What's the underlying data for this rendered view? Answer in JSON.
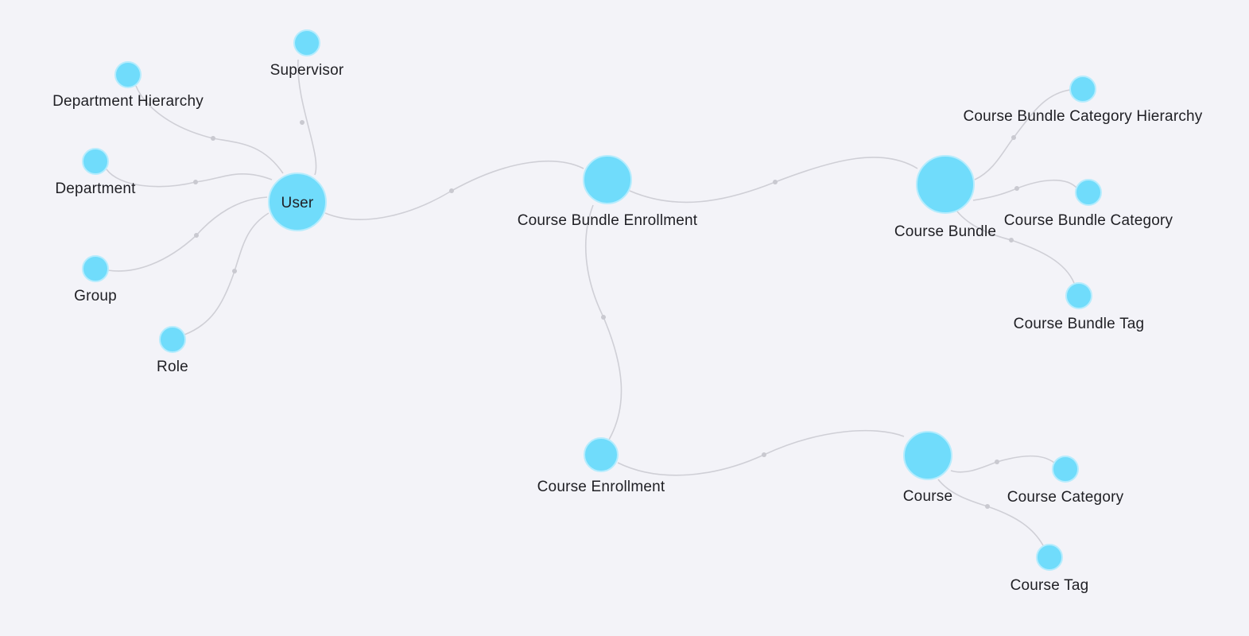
{
  "theme": {
    "background": "#f3f3f8",
    "node_fill": "#70dcfb",
    "node_stroke": "#b6ecfd",
    "edge_color": "#cfcfd6",
    "label_color": "#1f1f24"
  },
  "nodes": [
    {
      "id": "user",
      "label": "User"
    },
    {
      "id": "supervisor",
      "label": "Supervisor"
    },
    {
      "id": "department-hierarchy",
      "label": "Department Hierarchy"
    },
    {
      "id": "department",
      "label": "Department"
    },
    {
      "id": "group",
      "label": "Group"
    },
    {
      "id": "role",
      "label": "Role"
    },
    {
      "id": "course-bundle-enrollment",
      "label": "Course Bundle Enrollment"
    },
    {
      "id": "course-bundle",
      "label": "Course Bundle"
    },
    {
      "id": "course-bundle-category-hierarchy",
      "label": "Course Bundle Category Hierarchy"
    },
    {
      "id": "course-bundle-category",
      "label": "Course Bundle Category"
    },
    {
      "id": "course-bundle-tag",
      "label": "Course Bundle Tag"
    },
    {
      "id": "course-enrollment",
      "label": "Course Enrollment"
    },
    {
      "id": "course",
      "label": "Course"
    },
    {
      "id": "course-category",
      "label": "Course Category"
    },
    {
      "id": "course-tag",
      "label": "Course Tag"
    }
  ],
  "edges": [
    {
      "source": "user",
      "target": "supervisor"
    },
    {
      "source": "user",
      "target": "department-hierarchy"
    },
    {
      "source": "user",
      "target": "department"
    },
    {
      "source": "user",
      "target": "group"
    },
    {
      "source": "user",
      "target": "role"
    },
    {
      "source": "user",
      "target": "course-bundle-enrollment"
    },
    {
      "source": "course-bundle-enrollment",
      "target": "course-bundle"
    },
    {
      "source": "course-bundle-enrollment",
      "target": "course-enrollment"
    },
    {
      "source": "course-bundle",
      "target": "course-bundle-category-hierarchy"
    },
    {
      "source": "course-bundle",
      "target": "course-bundle-category"
    },
    {
      "source": "course-bundle",
      "target": "course-bundle-tag"
    },
    {
      "source": "course-enrollment",
      "target": "course"
    },
    {
      "source": "course",
      "target": "course-category"
    },
    {
      "source": "course",
      "target": "course-tag"
    }
  ]
}
